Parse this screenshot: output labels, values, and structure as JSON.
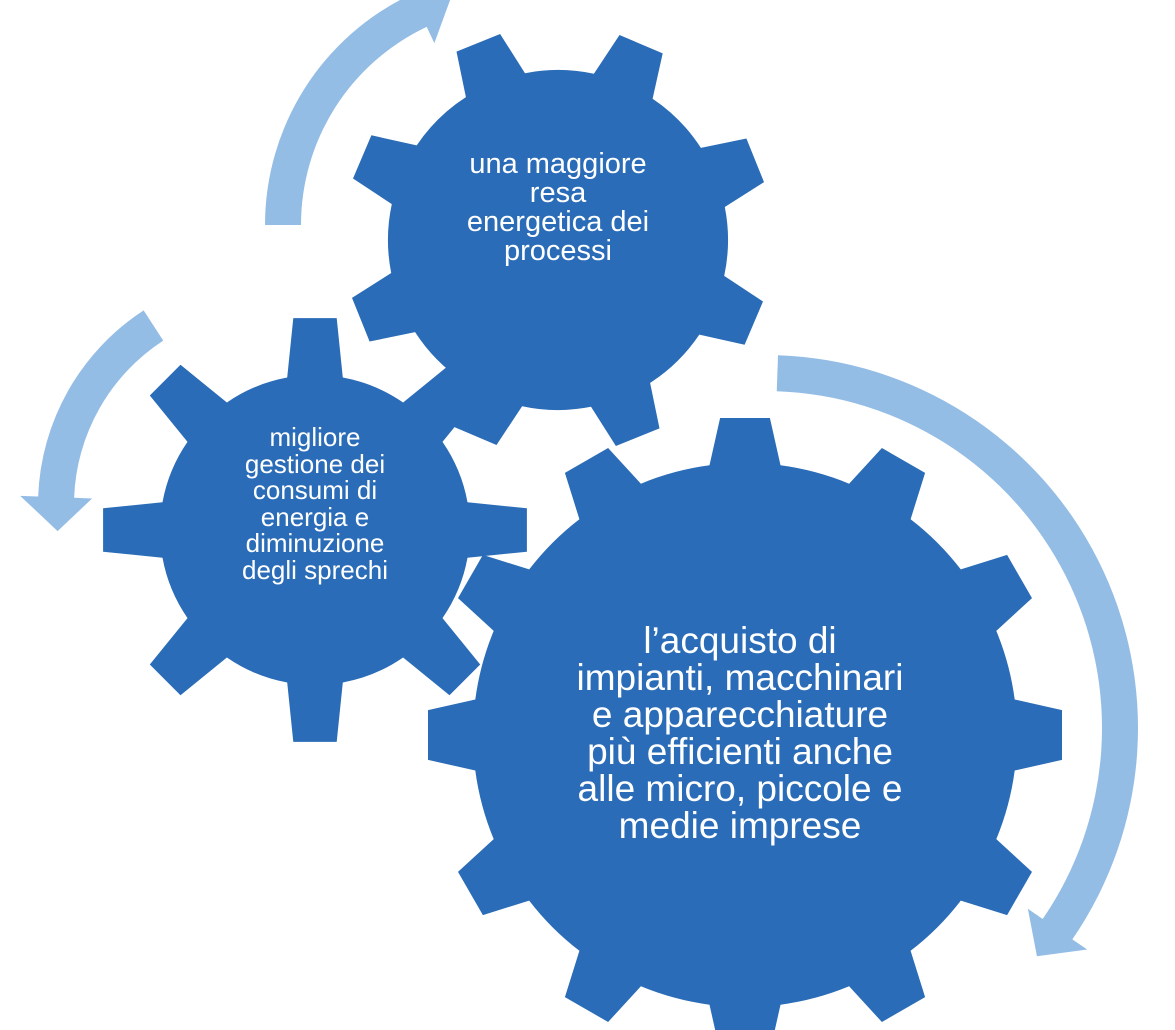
{
  "colors": {
    "gear_fill": "#2A6CB7",
    "arrow_fill": "#94BDE6",
    "text": "#FFFFFF",
    "background": "#FFFFFF"
  },
  "gears": [
    {
      "id": "gear-top",
      "label": "una maggiore\nresa\nenergetica dei\nprocessi"
    },
    {
      "id": "gear-left",
      "label": "migliore\ngestione dei\nconsumi di\nenergia e\ndiminuzione\ndegli sprechi"
    },
    {
      "id": "gear-large",
      "label": "l’acquisto di\nimpianti, macchinari\ne apparecchiature\npiù efficienti anche\nalle micro, piccole e\nmedie imprese"
    }
  ],
  "arrows": [
    {
      "id": "arrow-right",
      "direction": "clockwise"
    },
    {
      "id": "arrow-top",
      "direction": "clockwise"
    },
    {
      "id": "arrow-left",
      "direction": "counterclockwise"
    }
  ]
}
